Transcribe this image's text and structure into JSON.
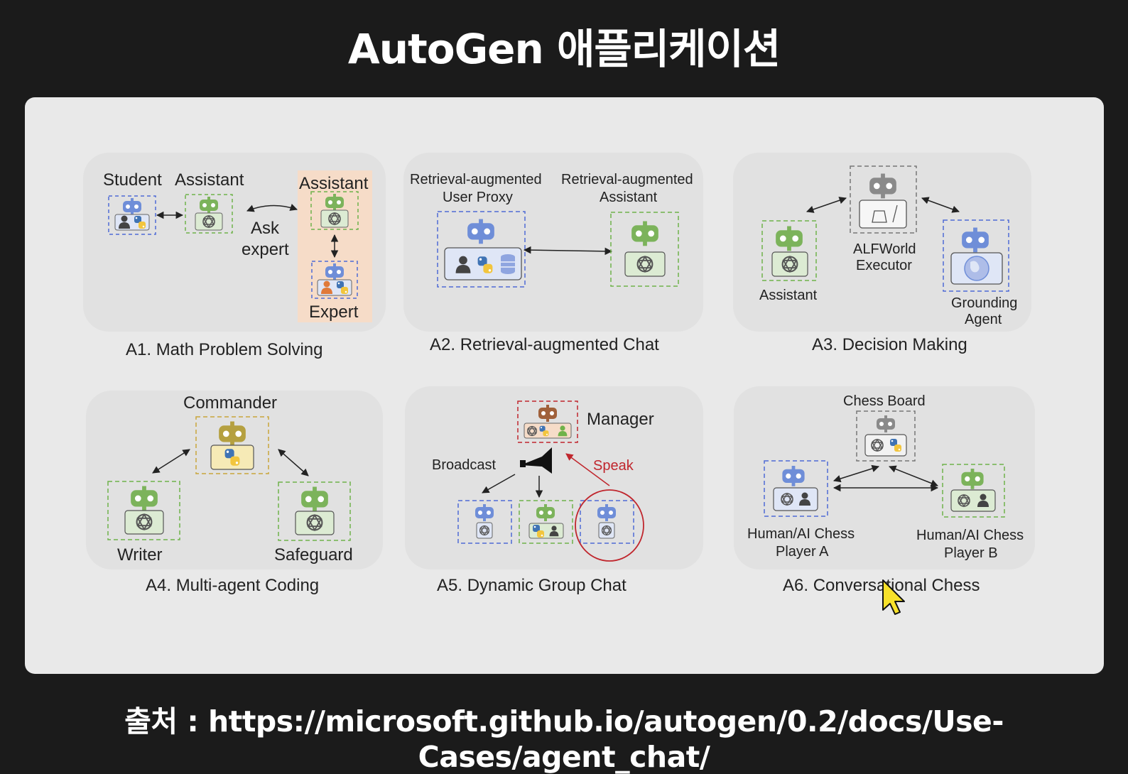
{
  "title": "AutoGen 애플리케이션",
  "source": "출처 : https://microsoft.github.io/autogen/0.2/docs/Use-Cases/agent_chat/",
  "colors": {
    "blue_dash": "#4f6bd6",
    "green_dash": "#6fb24a",
    "yellow_dash": "#c9a63a",
    "gray_dash": "#777777",
    "red_accent": "#c0262d",
    "expert_panel": "#f6dcc8"
  },
  "panels": {
    "a1": {
      "caption": "A1. Math Problem Solving",
      "student": "Student",
      "assistant": "Assistant",
      "ask_line1": "Ask",
      "ask_line2": "expert",
      "assistant2": "Assistant",
      "expert": "Expert"
    },
    "a2": {
      "caption": "A2. Retrieval-augmented Chat",
      "proxy_line1": "Retrieval-augmented",
      "proxy_line2": "User Proxy",
      "assistant_line1": "Retrieval-augmented",
      "assistant_line2": "Assistant"
    },
    "a3": {
      "caption": "A3. Decision Making",
      "assistant": "Assistant",
      "executor_line1": "ALFWorld",
      "executor_line2": "Executor",
      "grounding_line1": "Grounding",
      "grounding_line2": "Agent"
    },
    "a4": {
      "caption": "A4. Multi-agent Coding",
      "commander": "Commander",
      "writer": "Writer",
      "safeguard": "Safeguard"
    },
    "a5": {
      "caption": "A5. Dynamic Group Chat",
      "manager": "Manager",
      "broadcast": "Broadcast",
      "speak": "Speak"
    },
    "a6": {
      "caption": "A6. Conversational Chess",
      "board": "Chess Board",
      "player_a_line1": "Human/AI Chess",
      "player_a_line2": "Player A",
      "player_b_line1": "Human/AI Chess",
      "player_b_line2": "Player B"
    }
  },
  "icons": [
    "robot-icon",
    "openai-icon",
    "python-icon",
    "person-icon",
    "database-icon",
    "globe-icon",
    "megaphone-icon",
    "cursor-icon"
  ]
}
